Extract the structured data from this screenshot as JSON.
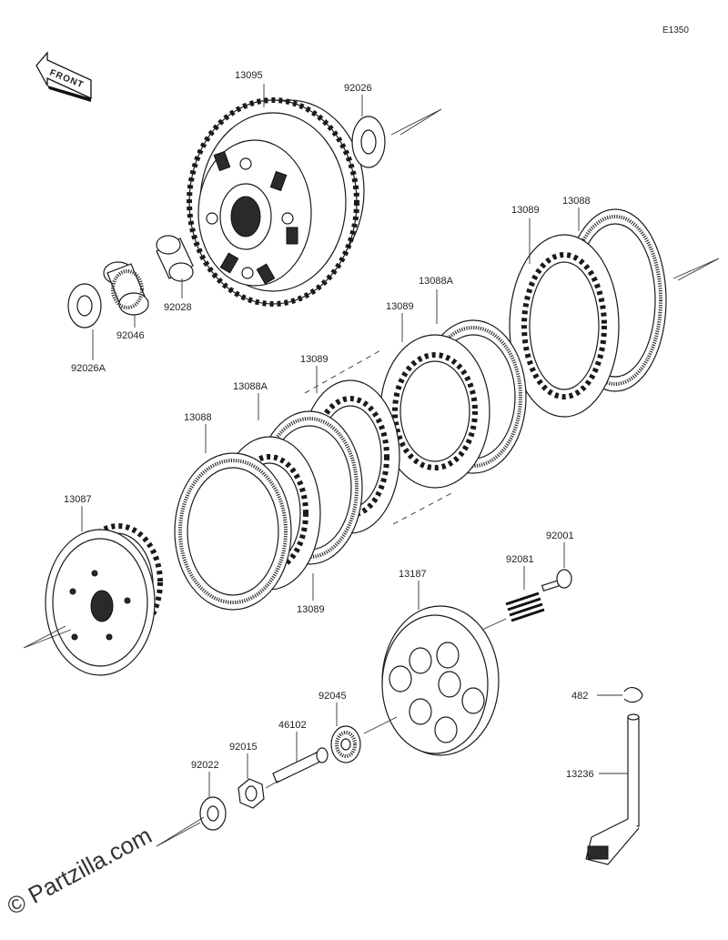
{
  "diagram_code": "E1350",
  "front_label": "FRONT",
  "watermark": "© Partzilla.com",
  "parts": {
    "p13095": "13095",
    "p92026": "92026",
    "p92028": "92028",
    "p92046": "92046",
    "p92026A": "92026A",
    "p13088_top": "13088",
    "p13089_top": "13089",
    "p13088A_top": "13088A",
    "p13089_mid": "13089",
    "p13089_left": "13089",
    "p13088A_left": "13088A",
    "p13088_left": "13088",
    "p13087": "13087",
    "p13089_bottom": "13089",
    "p92001": "92001",
    "p92081": "92081",
    "p13187": "13187",
    "p92045": "92045",
    "p46102": "46102",
    "p92015": "92015",
    "p92022": "92022",
    "p482": "482",
    "p13236": "13236"
  }
}
